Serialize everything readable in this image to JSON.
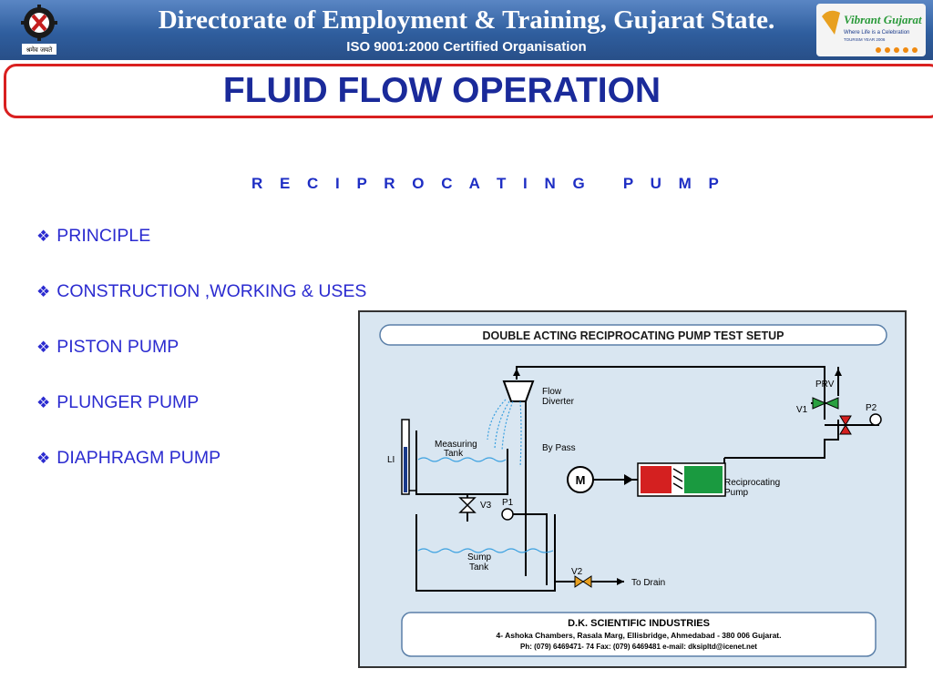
{
  "header": {
    "title": "Directorate of Employment & Training, Gujarat State.",
    "subtitle": "ISO 9001:2000 Certified Organisation",
    "left_logo_text": "श्रमेव जयते",
    "right_logo": {
      "brand": "Vibrant Gujarat",
      "tagline": "Where Life is a Celebration",
      "year": "TOURISM YEAR 2006"
    }
  },
  "slide": {
    "title": "FLUID FLOW OPERATION",
    "subtitle": "R E C I P R O C A T I N G   P U M P",
    "bullets": [
      {
        "text": "PRINCIPLE"
      },
      {
        "text": "CONSTRUCTION ,WORKING  &  USES"
      },
      {
        "text": "PISTON  PUMP"
      },
      {
        "text": "PLUNGER  PUMP"
      },
      {
        "text": "DIAPHRAGM  PUMP"
      }
    ]
  },
  "diagram": {
    "title": "DOUBLE ACTING RECIPROCATING PUMP TEST SETUP",
    "labels": {
      "flow_diverter_1": "Flow",
      "flow_diverter_2": "Diverter",
      "prv": "PRV",
      "v1": "V1",
      "p2": "P2",
      "measuring_tank_1": "Measuring",
      "measuring_tank_2": "Tank",
      "by_pass": "By Pass",
      "li": "LI",
      "motor": "M",
      "pump_1": "Reciprocating",
      "pump_2": "Pump",
      "v3": "V3",
      "p1": "P1",
      "sump_tank_1": "Sump",
      "sump_tank_2": "Tank",
      "v2": "V2",
      "to_drain": "To Drain"
    },
    "footer": {
      "company": "D.K. SCIENTIFIC INDUSTRIES",
      "address": "4- Ashoka Chambers, Rasala Marg, Ellisbridge, Ahmedabad - 380 006 Gujarat.",
      "contact": "Ph: (079) 6469471- 74   Fax: (079) 6469481   e-mail: dksipltd@icenet.net"
    }
  }
}
